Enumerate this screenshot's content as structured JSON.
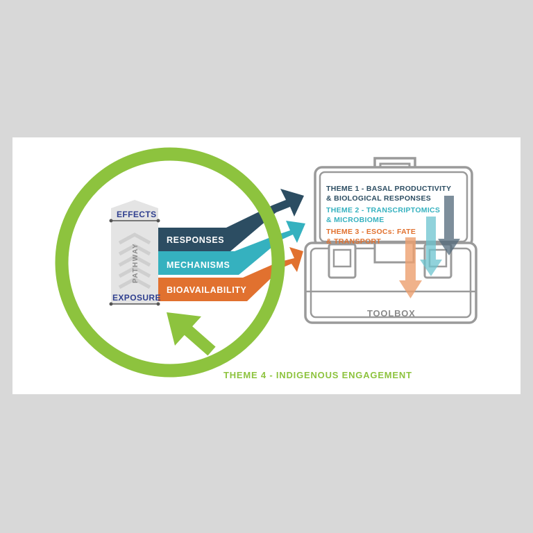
{
  "pathway": {
    "top_label": "EFFECTS",
    "vertical_label": "PATHWAY",
    "bottom_label": "EXPOSURE"
  },
  "bands": {
    "responses": "RESPONSES",
    "mechanisms": "MECHANISMS",
    "bioavailability": "BIOAVAILABILITY"
  },
  "toolbox": {
    "theme1_line1": "THEME 1 - BASAL PRODUCTIVITY",
    "theme1_line2": "& BIOLOGICAL RESPONSES",
    "theme2_line1": "THEME 2 - TRANSCRIPTOMICS",
    "theme2_line2": "& MICROBIOME",
    "theme3_line1": "THEME 3 - ESOCs: FATE",
    "theme3_line2": "& TRANSPORT",
    "label": "TOOLBOX"
  },
  "theme4": "THEME 4 - INDIGENOUS ENGAGEMENT",
  "colors": {
    "navy": "#2c4d62",
    "teal": "#35b1bf",
    "orange": "#e1712f",
    "green": "#8dc33e",
    "gray": "#8b8b8b"
  }
}
